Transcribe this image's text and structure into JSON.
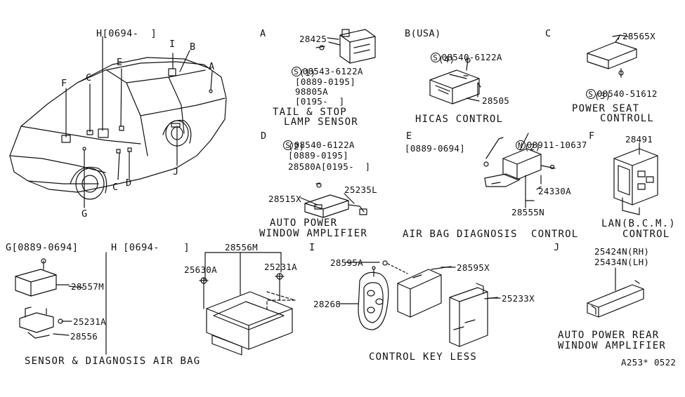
{
  "car": {
    "labels": {
      "H": "H[0694-  ]",
      "I": "I",
      "B": "B",
      "E": "E",
      "A": "A",
      "C": "C",
      "F": "F",
      "G": "G",
      "C2": "C",
      "D": "D",
      "J": "J"
    }
  },
  "sectionA": {
    "heading": "A",
    "part1": "28425",
    "bolt_mark": "S",
    "bolt": "08543-6122A",
    "qty": "(1)",
    "range1": "[0889-0195]",
    "part2": "98805A",
    "range2": "[0195-  ]",
    "title1": "TAIL & STOP",
    "title2": "LAMP SENSOR"
  },
  "sectionB": {
    "heading": "B(USA)",
    "bolt_mark": "S",
    "bolt": "08540-6122A",
    "qty": "(4)",
    "part": "28505",
    "title": "HICAS CONTROL"
  },
  "sectionC": {
    "heading": "C",
    "part": "28565X",
    "bolt_mark": "S",
    "bolt": "08540-51612",
    "qty": "(3)",
    "title1": "POWER SEAT",
    "title2": "CONTROLL"
  },
  "sectionD": {
    "heading": "D",
    "bolt_mark": "S",
    "bolt": "08540-6122A",
    "qty": "(2)",
    "range1": "[0889-0195]",
    "part_range": "28580A[0195-  ]",
    "part1": "28515X",
    "part2": "25235L",
    "title1": "AUTO POWER",
    "title2": "WINDOW AMPLIFIER"
  },
  "sectionE": {
    "heading": "E",
    "range": "[0889-0694]",
    "nut_mark": "N",
    "nut": "08911-10637",
    "qty": "(2)",
    "part1": "24330A",
    "part2": "28555N",
    "title": "AIR BAG DIAGNOSIS  CONTROL"
  },
  "sectionF": {
    "heading": "F",
    "part": "28491",
    "title1": "LAN(B.C.M.)",
    "title2": "CONTROL"
  },
  "sectionG": {
    "heading": "G[0889-0694]",
    "part1": "28557M",
    "part2": "25231A",
    "part3": "28556"
  },
  "sectionH": {
    "heading": "H [0694-    ]",
    "part1": "28556M",
    "part2": "25630A",
    "part3": "25231A"
  },
  "sectionGH": {
    "title": "SENSOR & DIAGNOSIS AIR BAG"
  },
  "sectionI": {
    "heading": "I",
    "part1": "28595A",
    "part2": "28595X",
    "part3": "28268",
    "part4": "25233X",
    "title": "CONTROL KEY LESS"
  },
  "sectionJ": {
    "heading": "J",
    "part1": "25424N(RH)",
    "part2": "25434N(LH)",
    "title1": "AUTO POWER REAR",
    "title2": "WINDOW AMPLIFIER"
  },
  "footer": {
    "code": "A253* 0522"
  }
}
